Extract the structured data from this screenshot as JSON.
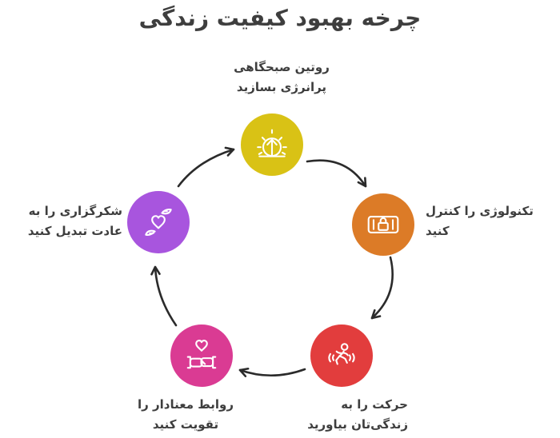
{
  "title": "چرخه بهبود کیفیت زندگی",
  "colors": {
    "text": "#3e3e3e",
    "arrow": "#2b2b2b",
    "background": "#ffffff"
  },
  "nodes": [
    {
      "id": "morning-routine",
      "lines": [
        "روتین صبحگاهی",
        "پرانرژی بسازید"
      ],
      "color": "#d9c215",
      "icon": "sunrise-icon"
    },
    {
      "id": "control-technology",
      "lines": [
        "تکنولوژی را کنترل",
        "کنید"
      ],
      "color": "#dc7b27",
      "icon": "phone-lock-icon"
    },
    {
      "id": "movement",
      "lines": [
        "حرکت را به",
        "زندگی‌تان بیاورید"
      ],
      "color": "#e23d3d",
      "icon": "runner-icon"
    },
    {
      "id": "meaningful-relationships",
      "lines": [
        "روابط معنادار را",
        "تقویت کنید"
      ],
      "color": "#da3b93",
      "icon": "handshake-heart-icon"
    },
    {
      "id": "gratitude-habit",
      "lines": [
        "شکرگزاری را به",
        "عادت تبدیل کنید"
      ],
      "color": "#a855de",
      "icon": "hands-heart-icon"
    }
  ]
}
